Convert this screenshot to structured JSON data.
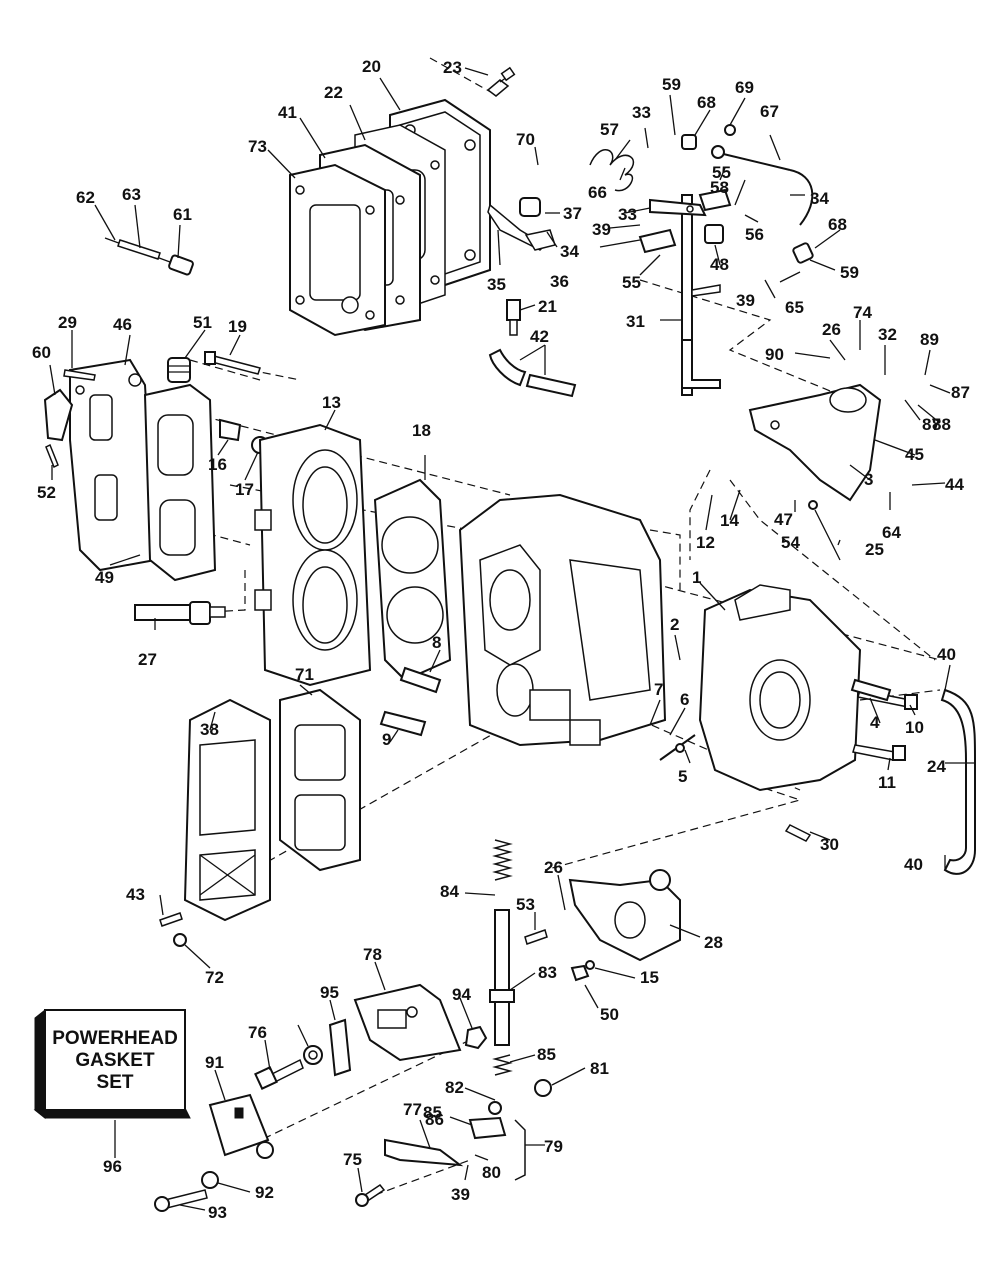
{
  "gasket_set_box": {
    "lines": [
      "POWERHEAD",
      "GASKET",
      "SET"
    ],
    "number": "96"
  },
  "callouts": [
    {
      "id": "c1",
      "n": "1"
    },
    {
      "id": "c2",
      "n": "2"
    },
    {
      "id": "c3",
      "n": "3"
    },
    {
      "id": "c4",
      "n": "4"
    },
    {
      "id": "c5",
      "n": "5"
    },
    {
      "id": "c6",
      "n": "6"
    },
    {
      "id": "c7",
      "n": "7"
    },
    {
      "id": "c8",
      "n": "8"
    },
    {
      "id": "c9",
      "n": "9"
    },
    {
      "id": "c10",
      "n": "10"
    },
    {
      "id": "c11",
      "n": "11"
    },
    {
      "id": "c12",
      "n": "12"
    },
    {
      "id": "c13",
      "n": "13"
    },
    {
      "id": "c14",
      "n": "14"
    },
    {
      "id": "c15",
      "n": "15"
    },
    {
      "id": "c16",
      "n": "16"
    },
    {
      "id": "c17",
      "n": "17"
    },
    {
      "id": "c18",
      "n": "18"
    },
    {
      "id": "c19",
      "n": "19"
    },
    {
      "id": "c20",
      "n": "20"
    },
    {
      "id": "c21",
      "n": "21"
    },
    {
      "id": "c22",
      "n": "22"
    },
    {
      "id": "c23",
      "n": "23"
    },
    {
      "id": "c24",
      "n": "24"
    },
    {
      "id": "c25",
      "n": "25"
    },
    {
      "id": "c26a",
      "n": "26"
    },
    {
      "id": "c26b",
      "n": "26"
    },
    {
      "id": "c27",
      "n": "27"
    },
    {
      "id": "c28",
      "n": "28"
    },
    {
      "id": "c29",
      "n": "29"
    },
    {
      "id": "c30",
      "n": "30"
    },
    {
      "id": "c31",
      "n": "31"
    },
    {
      "id": "c32",
      "n": "32"
    },
    {
      "id": "c33a",
      "n": "33"
    },
    {
      "id": "c33b",
      "n": "33"
    },
    {
      "id": "c34a",
      "n": "34"
    },
    {
      "id": "c34b",
      "n": "34"
    },
    {
      "id": "c35",
      "n": "35"
    },
    {
      "id": "c36",
      "n": "36"
    },
    {
      "id": "c37",
      "n": "37"
    },
    {
      "id": "c38",
      "n": "38"
    },
    {
      "id": "c39a",
      "n": "39"
    },
    {
      "id": "c39b",
      "n": "39"
    },
    {
      "id": "c39c",
      "n": "39"
    },
    {
      "id": "c40a",
      "n": "40"
    },
    {
      "id": "c40b",
      "n": "40"
    },
    {
      "id": "c41",
      "n": "41"
    },
    {
      "id": "c42",
      "n": "42"
    },
    {
      "id": "c43",
      "n": "43"
    },
    {
      "id": "c44",
      "n": "44"
    },
    {
      "id": "c45",
      "n": "45"
    },
    {
      "id": "c46",
      "n": "46"
    },
    {
      "id": "c47",
      "n": "47"
    },
    {
      "id": "c48",
      "n": "48"
    },
    {
      "id": "c49",
      "n": "49"
    },
    {
      "id": "c50",
      "n": "50"
    },
    {
      "id": "c51",
      "n": "51"
    },
    {
      "id": "c52",
      "n": "52"
    },
    {
      "id": "c53",
      "n": "53"
    },
    {
      "id": "c54",
      "n": "54"
    },
    {
      "id": "c55a",
      "n": "55"
    },
    {
      "id": "c55b",
      "n": "55"
    },
    {
      "id": "c56",
      "n": "56"
    },
    {
      "id": "c57",
      "n": "57"
    },
    {
      "id": "c58",
      "n": "58"
    },
    {
      "id": "c59a",
      "n": "59"
    },
    {
      "id": "c59b",
      "n": "59"
    },
    {
      "id": "c60",
      "n": "60"
    },
    {
      "id": "c61",
      "n": "61"
    },
    {
      "id": "c62",
      "n": "62"
    },
    {
      "id": "c63",
      "n": "63"
    },
    {
      "id": "c64",
      "n": "64"
    },
    {
      "id": "c65",
      "n": "65"
    },
    {
      "id": "c66",
      "n": "66"
    },
    {
      "id": "c67",
      "n": "67"
    },
    {
      "id": "c68a",
      "n": "68"
    },
    {
      "id": "c68b",
      "n": "68"
    },
    {
      "id": "c69",
      "n": "69"
    },
    {
      "id": "c70",
      "n": "70"
    },
    {
      "id": "c71",
      "n": "71"
    },
    {
      "id": "c72",
      "n": "72"
    },
    {
      "id": "c73",
      "n": "73"
    },
    {
      "id": "c74",
      "n": "74"
    },
    {
      "id": "c75",
      "n": "75"
    },
    {
      "id": "c76",
      "n": "76"
    },
    {
      "id": "c77",
      "n": "77"
    },
    {
      "id": "c78",
      "n": "78"
    },
    {
      "id": "c79",
      "n": "79"
    },
    {
      "id": "c80",
      "n": "80"
    },
    {
      "id": "c81",
      "n": "81"
    },
    {
      "id": "c82",
      "n": "82"
    },
    {
      "id": "c83",
      "n": "83"
    },
    {
      "id": "c84",
      "n": "84"
    },
    {
      "id": "c85a",
      "n": "85"
    },
    {
      "id": "c85b",
      "n": "85"
    },
    {
      "id": "c86",
      "n": "86"
    },
    {
      "id": "c87a",
      "n": "87"
    },
    {
      "id": "c87b",
      "n": "87"
    },
    {
      "id": "c88",
      "n": "88"
    },
    {
      "id": "c89",
      "n": "89"
    },
    {
      "id": "c90",
      "n": "90"
    },
    {
      "id": "c91",
      "n": "91"
    },
    {
      "id": "c92",
      "n": "92"
    },
    {
      "id": "c93",
      "n": "93"
    },
    {
      "id": "c94",
      "n": "94"
    },
    {
      "id": "c95",
      "n": "95"
    }
  ]
}
